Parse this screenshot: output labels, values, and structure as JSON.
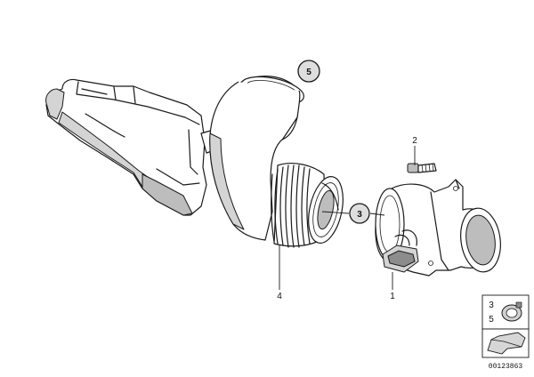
{
  "callouts": {
    "item_1": "1",
    "item_2": "2",
    "item_3": "3",
    "item_4": "4",
    "item_5": "5"
  },
  "inset_box": {
    "num_top": "3",
    "num_bottom": "5"
  },
  "catalog_number": "00123863"
}
